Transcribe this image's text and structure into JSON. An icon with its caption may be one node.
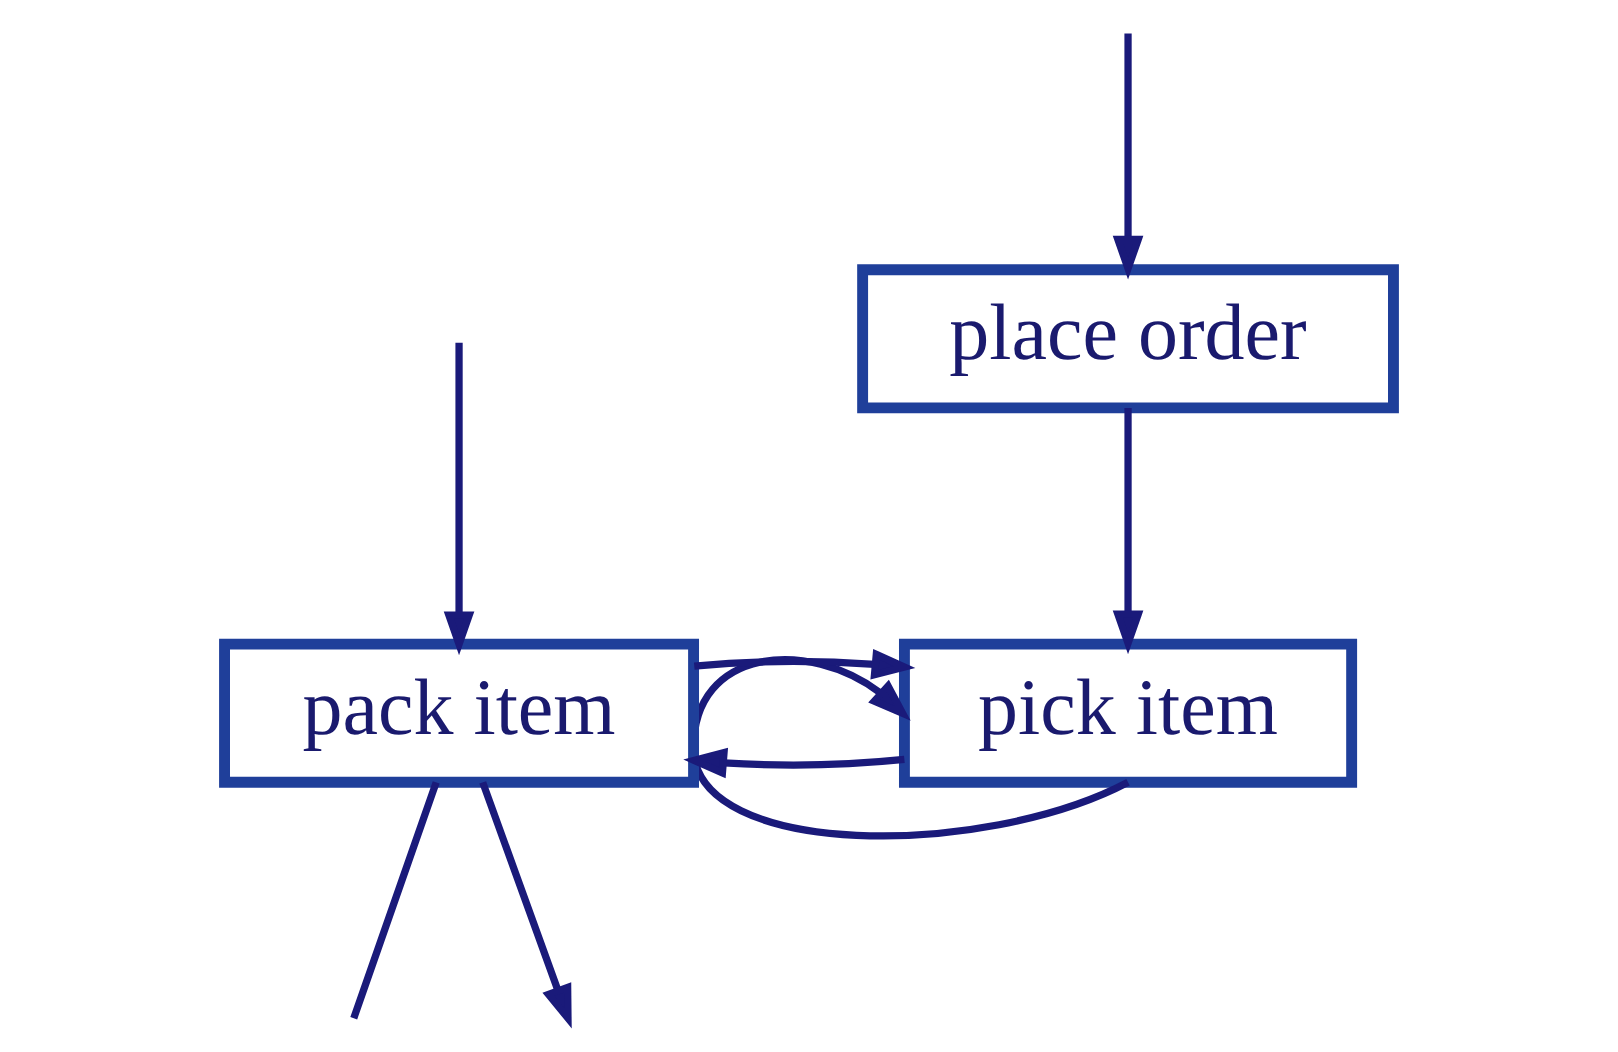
{
  "diagram": {
    "nodes": [
      {
        "text": [
          "place order"
        ]
      },
      {
        "text": [
          "pick item"
        ]
      },
      {
        "text": [
          "pack item"
        ]
      }
    ],
    "edges": [
      {
        "from": null,
        "to": 0,
        "arrow": "to"
      },
      {
        "from": 0,
        "to": 1,
        "arrow": "to"
      },
      {
        "from": 1,
        "to": 1,
        "arrow": "to"
      },
      {
        "from": 1,
        "to": 2,
        "arrow": "to"
      },
      {
        "from": 2,
        "to": 1,
        "arrow": "to"
      },
      {
        "from": null,
        "to": 2,
        "arrow": "to"
      },
      {
        "from": 2,
        "to": null,
        "arrow": "none"
      },
      {
        "from": 2,
        "to": null,
        "arrow": "to"
      }
    ]
  }
}
